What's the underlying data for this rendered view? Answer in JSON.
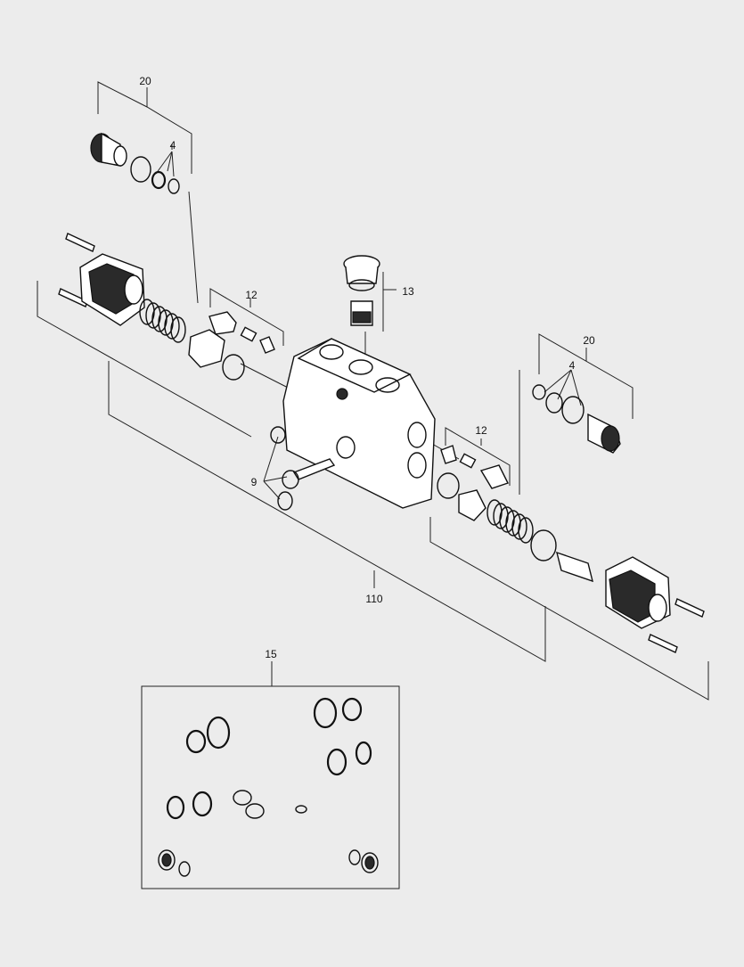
{
  "diagram": {
    "callouts": {
      "c20_top": "20",
      "c4_top": "4",
      "c12_left": "12",
      "c13": "13",
      "c20_right": "20",
      "c4_right": "4",
      "c12_right": "12",
      "c9": "9",
      "c110": "110",
      "c15": "15"
    }
  }
}
